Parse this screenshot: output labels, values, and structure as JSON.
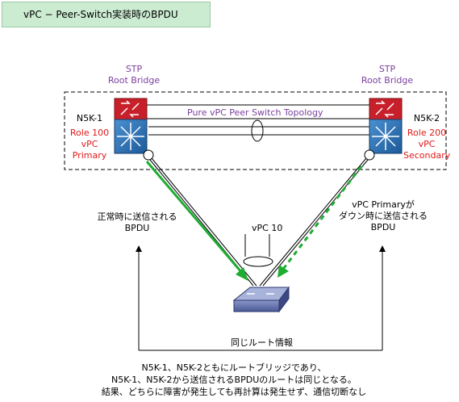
{
  "title": "vPC − Peer-Switch実装時のBPDU",
  "stp_left": {
    "line1": "STP",
    "line2": "Root Bridge"
  },
  "stp_right": {
    "line1": "STP",
    "line2": "Root Bridge"
  },
  "peer_link_label": "Pure vPC Peer Switch Topology",
  "left_switch": {
    "name": "N5K-1",
    "role": "Role 100",
    "vpc": "vPC",
    "status": "Primary"
  },
  "right_switch": {
    "name": "N5K-2",
    "role": "Role 200",
    "vpc": "vPC",
    "status": "Secondary"
  },
  "vpc_label": "vPC 10",
  "left_bpdu": {
    "line1": "正常時に送信される",
    "line2": "BPDU"
  },
  "right_bpdu": {
    "line1": "vPC Primaryが",
    "line2": "ダウン時に送信される",
    "line3": "BPDU"
  },
  "same_root_label": "同じルート情報",
  "footer": {
    "line1": "N5K-1、N5K-2ともにルートブリッジであり、",
    "line2": "N5K-1、N5K-2から送信されるBPDUのルートは同じとなる。",
    "line3": "結果、どちらに障害が発生しても再計算は発生せず、通信切断なし"
  },
  "colors": {
    "green": "#1eac32",
    "red_switch": "#c8202a",
    "blue_switch": "#2f6fb0",
    "purple_text": "#7b3f9e",
    "red_text": "#e01818"
  }
}
